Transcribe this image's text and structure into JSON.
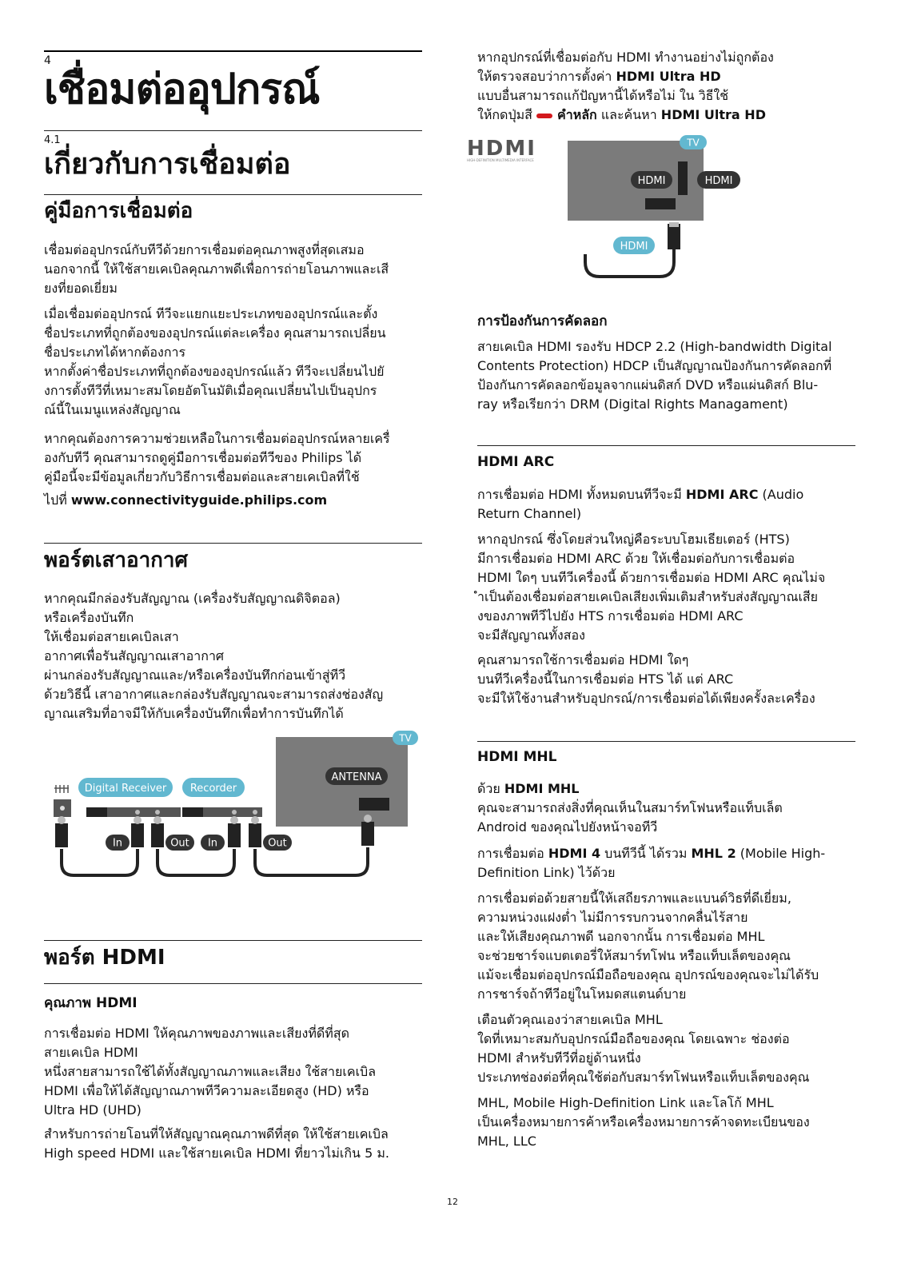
{
  "chapter": {
    "number": "4",
    "title": "เชื่อมต่ออุปกรณ์"
  },
  "section": {
    "number": "4.1",
    "title": "เกี่ยวกับการเชื่อมต่อ"
  },
  "guide": {
    "title": "คู่มือการเชื่อมต่อ",
    "p1": "เชื่อมต่ออุปกรณ์กับทีวีด้วยการเชื่อมต่อคุณภาพสูงที่สุดเสมอ\nนอกจากนี้ ให้ใช้สายเคเบิลคุณภาพดีเพื่อการถ่ายโอนภาพและเสี\nยงที่ยอดเยี่ยม",
    "p2": "เมื่อเชื่อมต่ออุปกรณ์ ทีวีจะแยกแยะประเภทของอุปกรณ์และตั้ง\nชื่อประเภทที่ถูกต้องของอุปกรณ์แต่ละเครื่อง คุณสามารถเปลี่ยน\nชื่อประเภทได้หากต้องการ\nหากตั้งค่าชื่อประเภทที่ถูกต้องของอุปกรณ์แล้ว ทีวีจะเปลี่ยนไปยั\nงการตั้งทีวีที่เหมาะสมโดยอัตโนมัติเมื่อคุณเปลี่ยนไปเป็นอุปกร\nณ์นี้ในเมนูแหล่งสัญญาณ",
    "p3": "หากคุณต้องการความช่วยเหลือในการเชื่อมต่ออุปกรณ์หลายเครื่\nองกับทีวี คุณสามารถดูคู่มือการเชื่อมต่อทีวีของ Philips ได้\nคู่มือนี้จะมีข้อมูลเกี่ยวกับวิธีการเชื่อมต่อและสายเคเบิลที่ใช้",
    "p4_prefix": "ไปที่ ",
    "p4_link": "www.connectivityguide.philips.com"
  },
  "antenna": {
    "title": "พอร์ตเสาอากาศ",
    "p1": "หากคุณมีกล่องรับสัญญาณ (เครื่องรับสัญญาณดิจิตอล)\nหรือเครื่องบันทึก\nให้เชื่อมต่อสายเคเบิลเสา\nอากาศเพื่อรันสัญญาณเสาอากาศ\nผ่านกล่องรับสัญญาณและ/หรือเครื่องบันทึกก่อนเข้าสู่ทีวี\nด้วยวิธีนี้ เสาอากาศและกล่องรับสัญญาณจะสามารถส่งช่องสัญ\nญาณเสริมที่อาจมีให้กับเครื่องบันทึกเพื่อทำการบันทึกได้",
    "diagram": {
      "tv": "TV",
      "antenna": "ANTENNA",
      "receiver": "Digital Receiver",
      "recorder": "Recorder",
      "in1": "In",
      "out1": "Out",
      "in2": "In",
      "out2": "Out"
    }
  },
  "hdmi": {
    "title": "พอร์ต HDMI",
    "quality": {
      "title": "คุณภาพ HDMI",
      "p1": "การเชื่อมต่อ HDMI ให้คุณภาพของภาพและเสียงที่ดีที่สุด\nสายเคเบิล HDMI\nหนึ่งสายสามารถใช้ได้ทั้งสัญญาณภาพและเสียง ใช้สายเคเบิล\nHDMI เพื่อให้ได้สัญญาณภาพทีวีความละเอียดสูง (HD) หรือ\nUltra HD (UHD)",
      "p2": "สำหรับการถ่ายโอนที่ให้สัญญาณคุณภาพดีที่สุด ให้ใช้สายเคเบิล\nHigh speed HDMI และใช้สายเคเบิล HDMI ที่ยาวไม่เกิน 5 ม."
    },
    "intro": {
      "l1": "หากอุปกรณ์ที่เชื่อมต่อกับ HDMI ทำงานอย่างไม่ถูกต้อง",
      "l2_prefix": "ให้ตรวจสอบว่าการตั้งค่า ",
      "l2_bold": "HDMI Ultra HD",
      "l3": "แบบอื่นสามารถแก้ปัญหานี้ได้หรือไม่ ใน วิธีใช้",
      "l4_prefix": "ให้กดปุ่มสี ",
      "l4_bold1": "คำหลัก",
      "l4_mid": " และค้นหา ",
      "l4_bold2": "HDMI Ultra HD"
    },
    "diagram": {
      "logo": "HDMI",
      "logo_sub": "HIGH-DEFINITION MULTIMEDIA INTERFACE",
      "tv": "TV",
      "port1": "HDMI",
      "port2": "HDMI",
      "cable": "HDMI"
    },
    "hdcp": {
      "title": "การป้องกันการคัดลอก",
      "p1": "สายเคเบิล HDMI รองรับ HDCP 2.2 (High-bandwidth Digital\nContents Protection) HDCP เป็นสัญญาณป้องกันการคัดลอกที่\nป้องกันการคัดลอกข้อมูลจากแผ่นดิสก์ DVD หรือแผ่นดิสก์ Blu-\nray หรือเรียกว่า DRM (Digital Rights Managament)"
    },
    "arc": {
      "title": "HDMI ARC",
      "p1_prefix": "การเชื่อมต่อ HDMI ทั้งหมดบนทีวีจะมี ",
      "p1_bold": "HDMI ARC",
      "p1_suffix": " (Audio\nReturn Channel)",
      "p2": "หากอุปกรณ์ ซึ่งโดยส่วนใหญ่คือระบบโฮมเธียเตอร์ (HTS)\nมีการเชื่อมต่อ HDMI ARC ด้วย ให้เชื่อมต่อกับการเชื่อมต่อ\nHDMI ใดๆ บนทีวีเครื่องนี้ ด้วยการเชื่อมต่อ HDMI ARC คุณไม่จ\nำเป็นต้องเชื่อมต่อสายเคเบิลเสียงเพิ่มเติมสำหรับส่งสัญญาณเสีย\nงของภาพทีวีไปยัง HTS การเชื่อมต่อ HDMI ARC\nจะมีสัญญาณทั้งสอง",
      "p3": "คุณสามารถใช้การเชื่อมต่อ HDMI ใดๆ\nบนทีวีเครื่องนี้ในการเชื่อมต่อ HTS ได้ แต่ ARC\nจะมีให้ใช้งานสำหรับอุปกรณ์/การเชื่อมต่อได้เพียงครั้งละเครื่อง"
    },
    "mhl": {
      "title": "HDMI MHL",
      "p1_prefix": "ด้วย ",
      "p1_bold": "HDMI MHL",
      "p1_suffix": "\nคุณจะสามารถส่งสิ่งที่คุณเห็นในสมาร์ทโฟนหรือแท็บเล็ต\nAndroid ของคุณไปยังหน้าจอทีวี",
      "p2_prefix": "การเชื่อมต่อ ",
      "p2_bold1": "HDMI 4",
      "p2_mid": " บนทีวีนี้ ได้รวม ",
      "p2_bold2": "MHL 2",
      "p2_suffix": " (Mobile High-\nDefinition Link) ไว้ด้วย",
      "p3": "การเชื่อมต่อด้วยสายนี้ให้เสถียรภาพและแบนด์วิธที่ดีเยี่ยม,\nความหน่วงแฝงต่ำ ไม่มีการรบกวนจากคลื่นไร้สาย\nและให้เสียงคุณภาพดี นอกจากนั้น การเชื่อมต่อ MHL\nจะช่วยชาร์จแบตเตอรี่ให้สมาร์ทโฟน หรือแท็บเล็ตของคุณ\nแม้จะเชื่อมต่ออุปกรณ์มือถือของคุณ อุปกรณ์ของคุณจะไม่ได้รับ\nการชาร์จถ้าทีวีอยู่ในโหมดสแตนด์บาย",
      "p4": "เตือนตัวคุณเองว่าสายเคเบิล MHL\nใดที่เหมาะสมกับอุปกรณ์มือถือของคุณ โดยเฉพาะ ช่องต่อ\nHDMI สำหรับทีวีที่อยู่ด้านหนึ่ง\nประเภทช่องต่อที่คุณใช้ต่อกับสมาร์ทโฟนหรือแท็บเล็ตของคุณ",
      "p5": "MHL, Mobile High-Definition Link และโลโก้ MHL\nเป็นเครื่องหมายการค้าหรือเครื่องหมายการค้าจดทะเบียนของ\nMHL, LLC"
    }
  },
  "page_number": "12",
  "colors": {
    "accent": "#62b8d0",
    "red_key": "#d3191d",
    "tv_gray": "#7b7b7b",
    "dark": "#333333"
  }
}
